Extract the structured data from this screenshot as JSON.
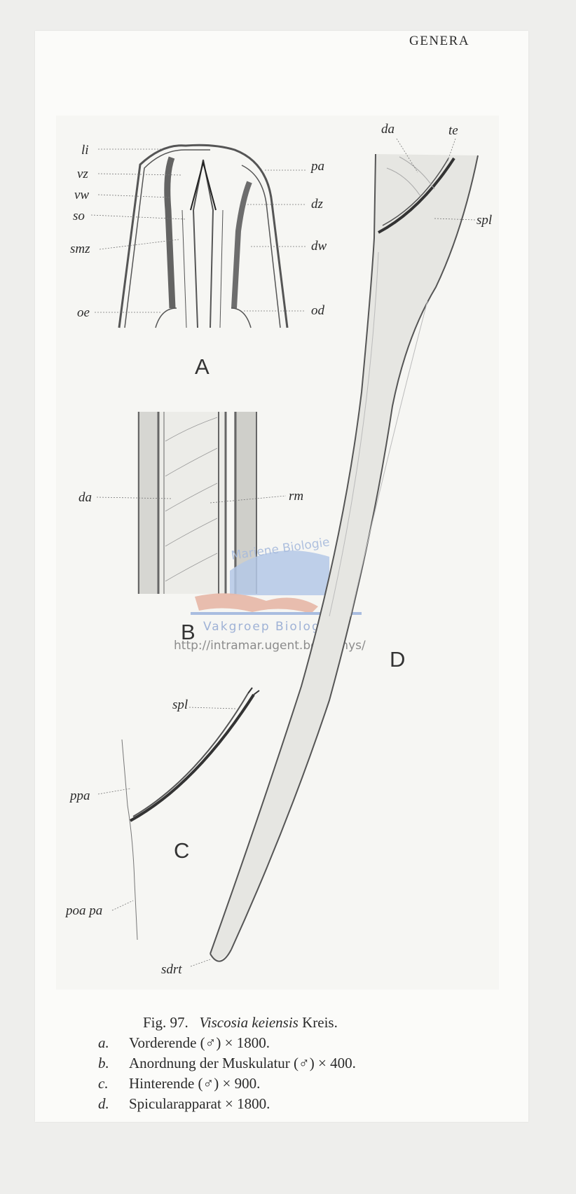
{
  "header": {
    "running_head": "GENERA"
  },
  "figure": {
    "panels": {
      "A": {
        "letter": "A",
        "labels_left": [
          "li",
          "vz",
          "vw",
          "so",
          "smz",
          "oe"
        ],
        "labels_right": [
          "pa",
          "dz",
          "dw",
          "od"
        ]
      },
      "B": {
        "letter": "B",
        "labels": [
          "da",
          "rm"
        ]
      },
      "C": {
        "letter": "C",
        "labels": [
          "spl",
          "ppa",
          "poa pa",
          "sdrt"
        ]
      },
      "D": {
        "letter": "D",
        "labels": [
          "da",
          "te",
          "spl"
        ]
      }
    },
    "watermark": {
      "arc_text": "Mariene Biologie",
      "text": "Vakgroep Biologie",
      "url": "http://intramar.ugent.be/nemys/"
    }
  },
  "caption": {
    "fig_number": "Fig. 97.",
    "species": "Viscosia keiensis",
    "author": "Kreis.",
    "items": [
      {
        "key": "a.",
        "text": "Vorderende (♂) × 1800."
      },
      {
        "key": "b.",
        "text": "Anordnung der Muskulatur (♂) × 400."
      },
      {
        "key": "c.",
        "text": "Hinterende (♂) × 900."
      },
      {
        "key": "d.",
        "text": "Spicularapparat × 1800."
      }
    ]
  }
}
